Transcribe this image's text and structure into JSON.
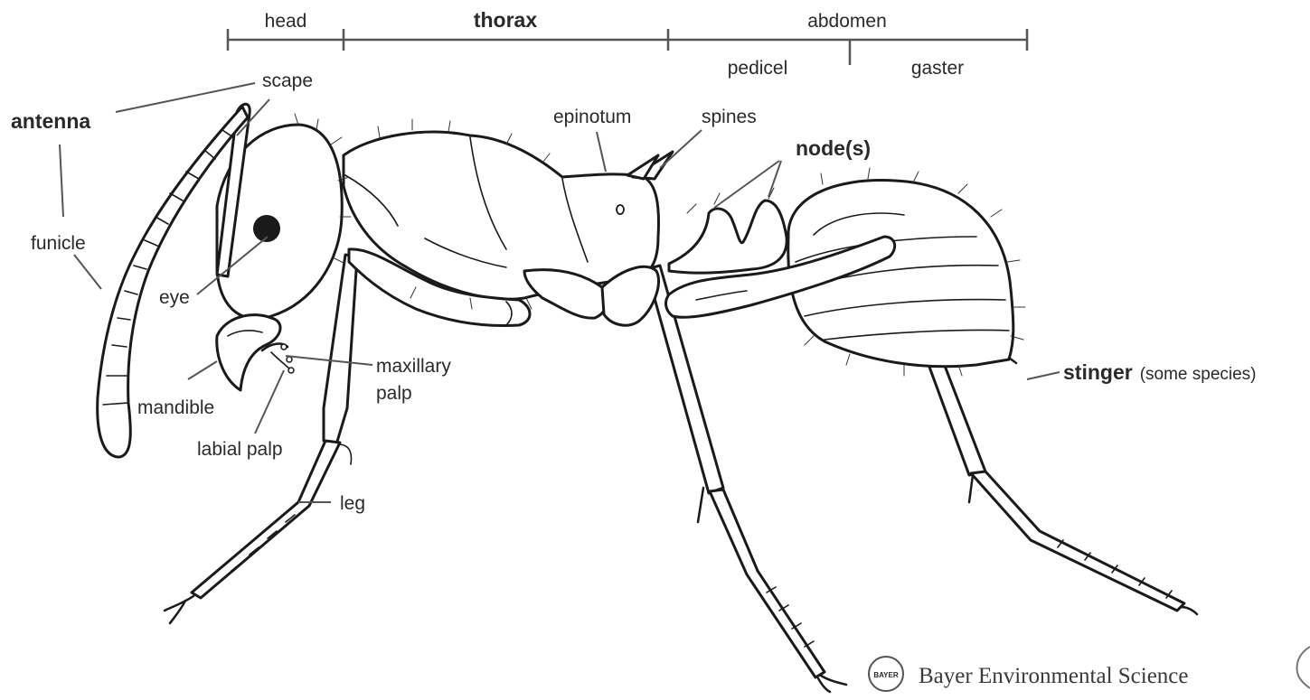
{
  "segments": {
    "head": "head",
    "thorax": "thorax",
    "abdomen": "abdomen",
    "pedicel": "pedicel",
    "gaster": "gaster"
  },
  "labels": {
    "antenna": "antenna",
    "scape": "scape",
    "funicle": "funicle",
    "eye": "eye",
    "mandible": "mandible",
    "maxillary_palp_1": "maxillary",
    "maxillary_palp_2": "palp",
    "labial_palp": "labial palp",
    "leg": "leg",
    "epinotum": "epinotum",
    "spines": "spines",
    "nodes": "node(s)",
    "stinger": "stinger",
    "stinger_note": "(some species)"
  },
  "credit": {
    "logo_text": "BAYER",
    "name": "Bayer Environmental Science"
  }
}
